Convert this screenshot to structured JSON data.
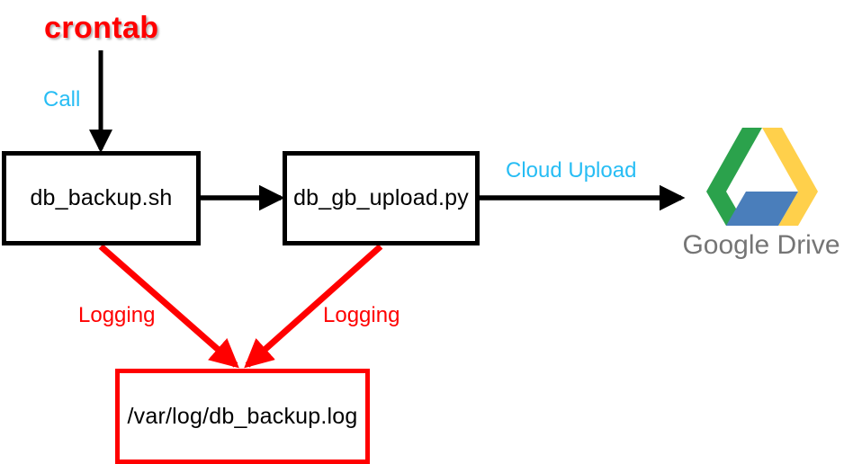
{
  "diagram": {
    "title": "crontab database backup and Google Drive upload flow",
    "colors": {
      "node_border": "#000000",
      "log_border": "#ff0000",
      "accent_cyan": "#27bdf4",
      "accent_red": "#ff0000",
      "text_gray": "#757575",
      "drive_green": "#2ba24c",
      "drive_yellow": "#ffd04b",
      "drive_blue": "#4a7ebb"
    },
    "nodes": [
      {
        "id": "crontab",
        "label": "crontab",
        "type": "plain-text",
        "color": "#ff0000"
      },
      {
        "id": "db_backup",
        "label": "db_backup.sh",
        "type": "process-box",
        "border": "#000000"
      },
      {
        "id": "db_upload",
        "label": "db_gb_upload.py",
        "type": "process-box",
        "border": "#000000"
      },
      {
        "id": "logfile",
        "label": "/var/log/db_backup.log",
        "type": "file-box",
        "border": "#ff0000"
      },
      {
        "id": "gdrive",
        "label": "Google Drive",
        "type": "logo",
        "color": "#757575"
      }
    ],
    "edges": [
      {
        "id": "e1",
        "from": "crontab",
        "to": "db_backup",
        "label": "Call",
        "color": "#000000",
        "label_color": "#27bdf4"
      },
      {
        "id": "e2",
        "from": "db_backup",
        "to": "db_upload",
        "label": "",
        "color": "#000000"
      },
      {
        "id": "e3",
        "from": "db_upload",
        "to": "gdrive",
        "label": "Cloud Upload",
        "color": "#000000",
        "label_color": "#27bdf4"
      },
      {
        "id": "e4",
        "from": "db_backup",
        "to": "logfile",
        "label": "Logging",
        "color": "#ff0000",
        "label_color": "#ff0000"
      },
      {
        "id": "e5",
        "from": "db_upload",
        "to": "logfile",
        "label": "Logging",
        "color": "#ff0000",
        "label_color": "#ff0000"
      }
    ]
  },
  "labels": {
    "crontab": "crontab",
    "call": "Call",
    "db_backup": "db_backup.sh",
    "db_upload": "db_gb_upload.py",
    "cloud_upload": "Cloud Upload",
    "logging_left": "Logging",
    "logging_right": "Logging",
    "logfile": "/var/log/db_backup.log",
    "google_drive": "Google Drive"
  },
  "icons": {
    "google_drive": "google-drive-logo"
  }
}
